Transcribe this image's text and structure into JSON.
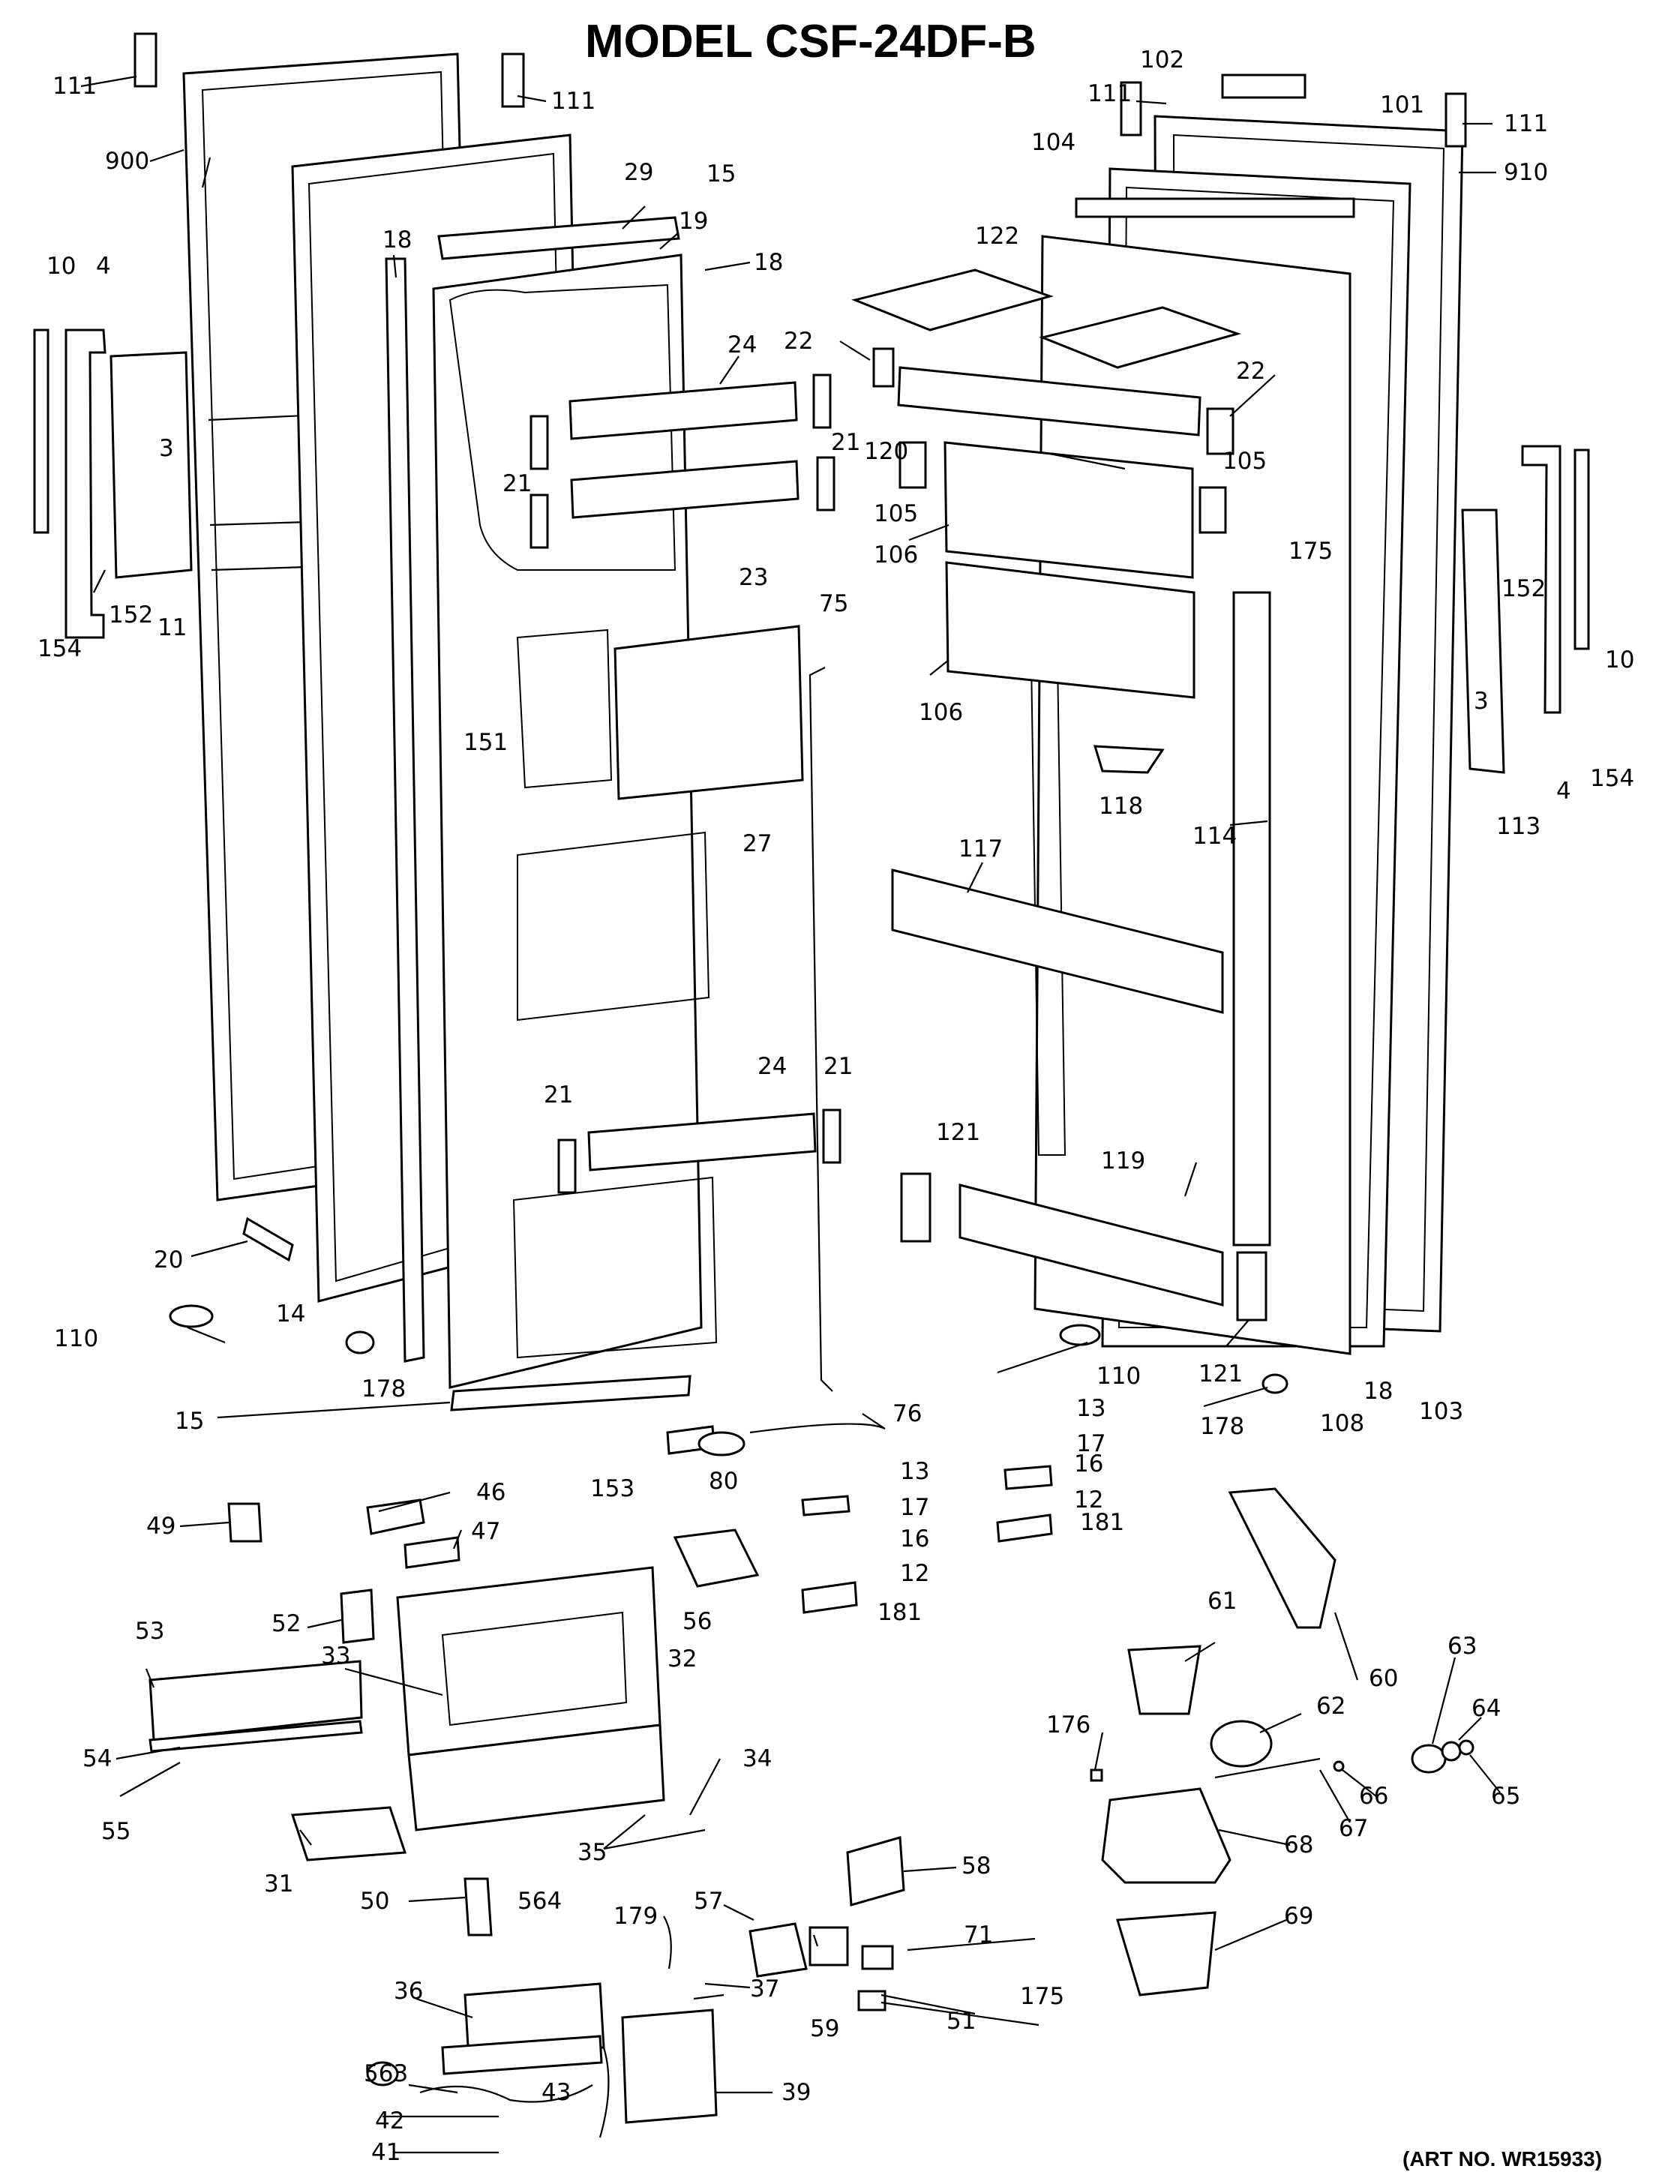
{
  "title": "MODEL CSF-24DF-B",
  "art_no": "(ART NO. WR15933)",
  "part_labels": [
    "111",
    "111",
    "111",
    "111",
    "900",
    "910",
    "29",
    "15",
    "19",
    "18",
    "18",
    "10",
    "4",
    "3",
    "152",
    "154",
    "11",
    "14",
    "20",
    "110",
    "178",
    "15",
    "24",
    "22",
    "21",
    "21",
    "23",
    "21",
    "24",
    "21",
    "27",
    "151",
    "75",
    "76",
    "80",
    "102",
    "101",
    "104",
    "122",
    "120",
    "105",
    "106",
    "106",
    "22",
    "105",
    "175",
    "118",
    "117",
    "114",
    "121",
    "119",
    "121",
    "110",
    "178",
    "108",
    "18",
    "103",
    "152",
    "3",
    "4",
    "154",
    "113",
    "10",
    "13",
    "17",
    "16",
    "12",
    "181",
    "13",
    "17",
    "16",
    "12",
    "181",
    "46",
    "47",
    "49",
    "153",
    "56",
    "52",
    "53",
    "33",
    "32",
    "54",
    "55",
    "34",
    "35",
    "31",
    "57",
    "50",
    "564",
    "179",
    "36",
    "37",
    "39",
    "563",
    "43",
    "42",
    "41",
    "58",
    "59",
    "71",
    "175",
    "51",
    "61",
    "60",
    "176",
    "62",
    "63",
    "64",
    "65",
    "66",
    "67",
    "68",
    "69"
  ]
}
